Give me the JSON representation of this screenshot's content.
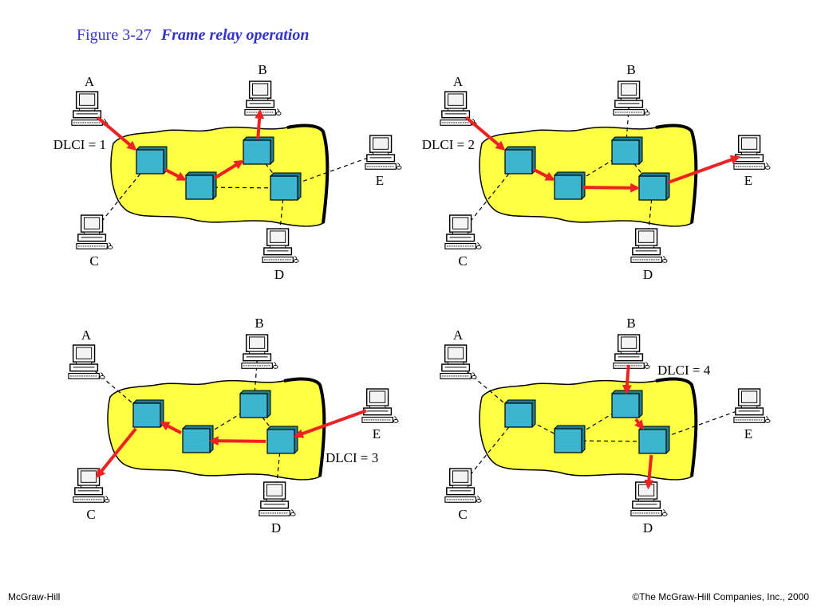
{
  "title": {
    "figure_label": "Figure  3-27",
    "figure_name": "Frame relay operation"
  },
  "footer": {
    "left": "McGraw-Hill",
    "right": "©The McGraw-Hill Companies, Inc., 2000"
  },
  "colors": {
    "cloud_fill": "#ffff44",
    "switch_fill": "#3bb5d0",
    "arrow": "#ee2222",
    "title": "#3333cc"
  },
  "panels": [
    {
      "id": "p1",
      "stations": {
        "A": "A",
        "B": "B",
        "C": "C",
        "D": "D",
        "E": "E"
      },
      "dlci_label": "DLCI = 1",
      "path": [
        "A",
        "S1",
        "S2",
        "S3",
        "B"
      ]
    },
    {
      "id": "p2",
      "stations": {
        "A": "A",
        "B": "B",
        "C": "C",
        "D": "D",
        "E": "E"
      },
      "dlci_label": "DLCI = 2",
      "path": [
        "A",
        "S1",
        "S2",
        "S4",
        "E"
      ]
    },
    {
      "id": "p3",
      "stations": {
        "A": "A",
        "B": "B",
        "C": "C",
        "D": "D",
        "E": "E"
      },
      "dlci_label": "DLCI = 3",
      "path": [
        "E",
        "S4",
        "S2",
        "S1",
        "C"
      ]
    },
    {
      "id": "p4",
      "stations": {
        "A": "A",
        "B": "B",
        "C": "C",
        "D": "D",
        "E": "E"
      },
      "dlci_label": "DLCI = 4",
      "path": [
        "B",
        "S3",
        "S4",
        "D"
      ]
    }
  ]
}
